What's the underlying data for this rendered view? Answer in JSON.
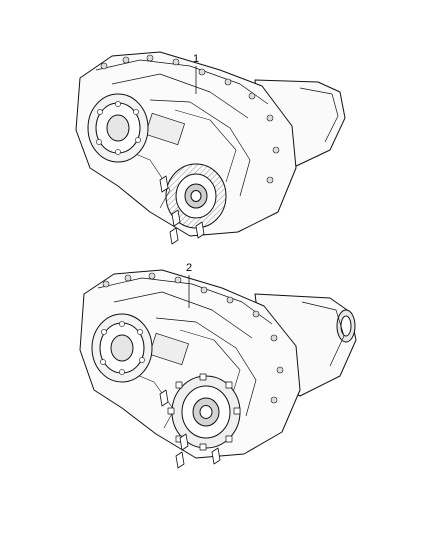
{
  "diagram": {
    "callouts": [
      {
        "id": "1",
        "text": "1"
      },
      {
        "id": "2",
        "text": "2"
      }
    ],
    "parts": [
      {
        "callout": "1",
        "name": "transfer-case-assembly"
      },
      {
        "callout": "2",
        "name": "transfer-case-assembly"
      }
    ]
  },
  "colors": {
    "line": "#111111",
    "shade": "#d9d9d9",
    "light": "#f2f2f2",
    "background": "#ffffff"
  }
}
